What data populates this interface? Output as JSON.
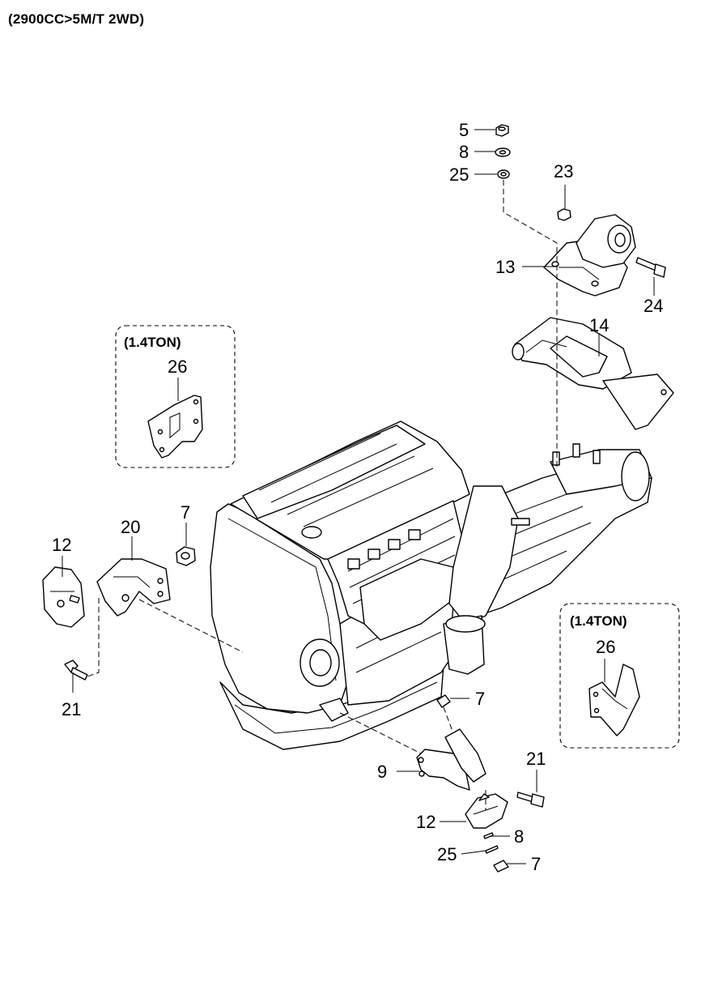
{
  "header": {
    "title": "(2900CC>5M/T 2WD)"
  },
  "variant_boxes": [
    {
      "tag": "(1.4TON)",
      "part_label": "26"
    },
    {
      "tag": "(1.4TON)",
      "part_label": "26"
    }
  ],
  "callouts": {
    "c5": "5",
    "c8_top": "8",
    "c25_top": "25",
    "c23": "23",
    "c13": "13",
    "c24": "24",
    "c14": "14",
    "c7_left": "7",
    "c20": "20",
    "c12_left": "12",
    "c21_left": "21",
    "c7_mid": "7",
    "c9": "9",
    "c21_right": "21",
    "c12_bottom": "12",
    "c8_bottom": "8",
    "c25_bottom": "25",
    "c7_bottom": "7"
  }
}
